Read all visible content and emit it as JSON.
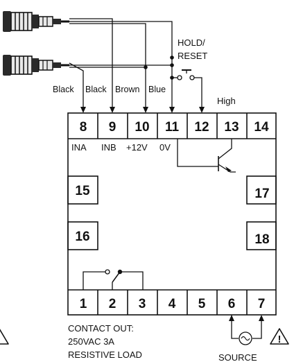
{
  "wire_labels": [
    "Black",
    "Black",
    "Brown",
    "Blue"
  ],
  "hold_reset": [
    "HOLD/",
    "RESET"
  ],
  "high_label": "High",
  "top_terminals": [
    "8",
    "9",
    "10",
    "11",
    "12",
    "13",
    "14"
  ],
  "bottom_terminals": [
    "1",
    "2",
    "3",
    "4",
    "5",
    "6",
    "7"
  ],
  "side_terminals": {
    "left": [
      "15",
      "16"
    ],
    "right": [
      "17",
      "18"
    ]
  },
  "input_labels": [
    "INA",
    "INB",
    "+12V",
    "0V"
  ],
  "contact_out": [
    "CONTACT OUT:",
    "250VAC 3A",
    "RESISTIVE LOAD"
  ],
  "source_label": "SOURCE",
  "warning_symbol": "!"
}
